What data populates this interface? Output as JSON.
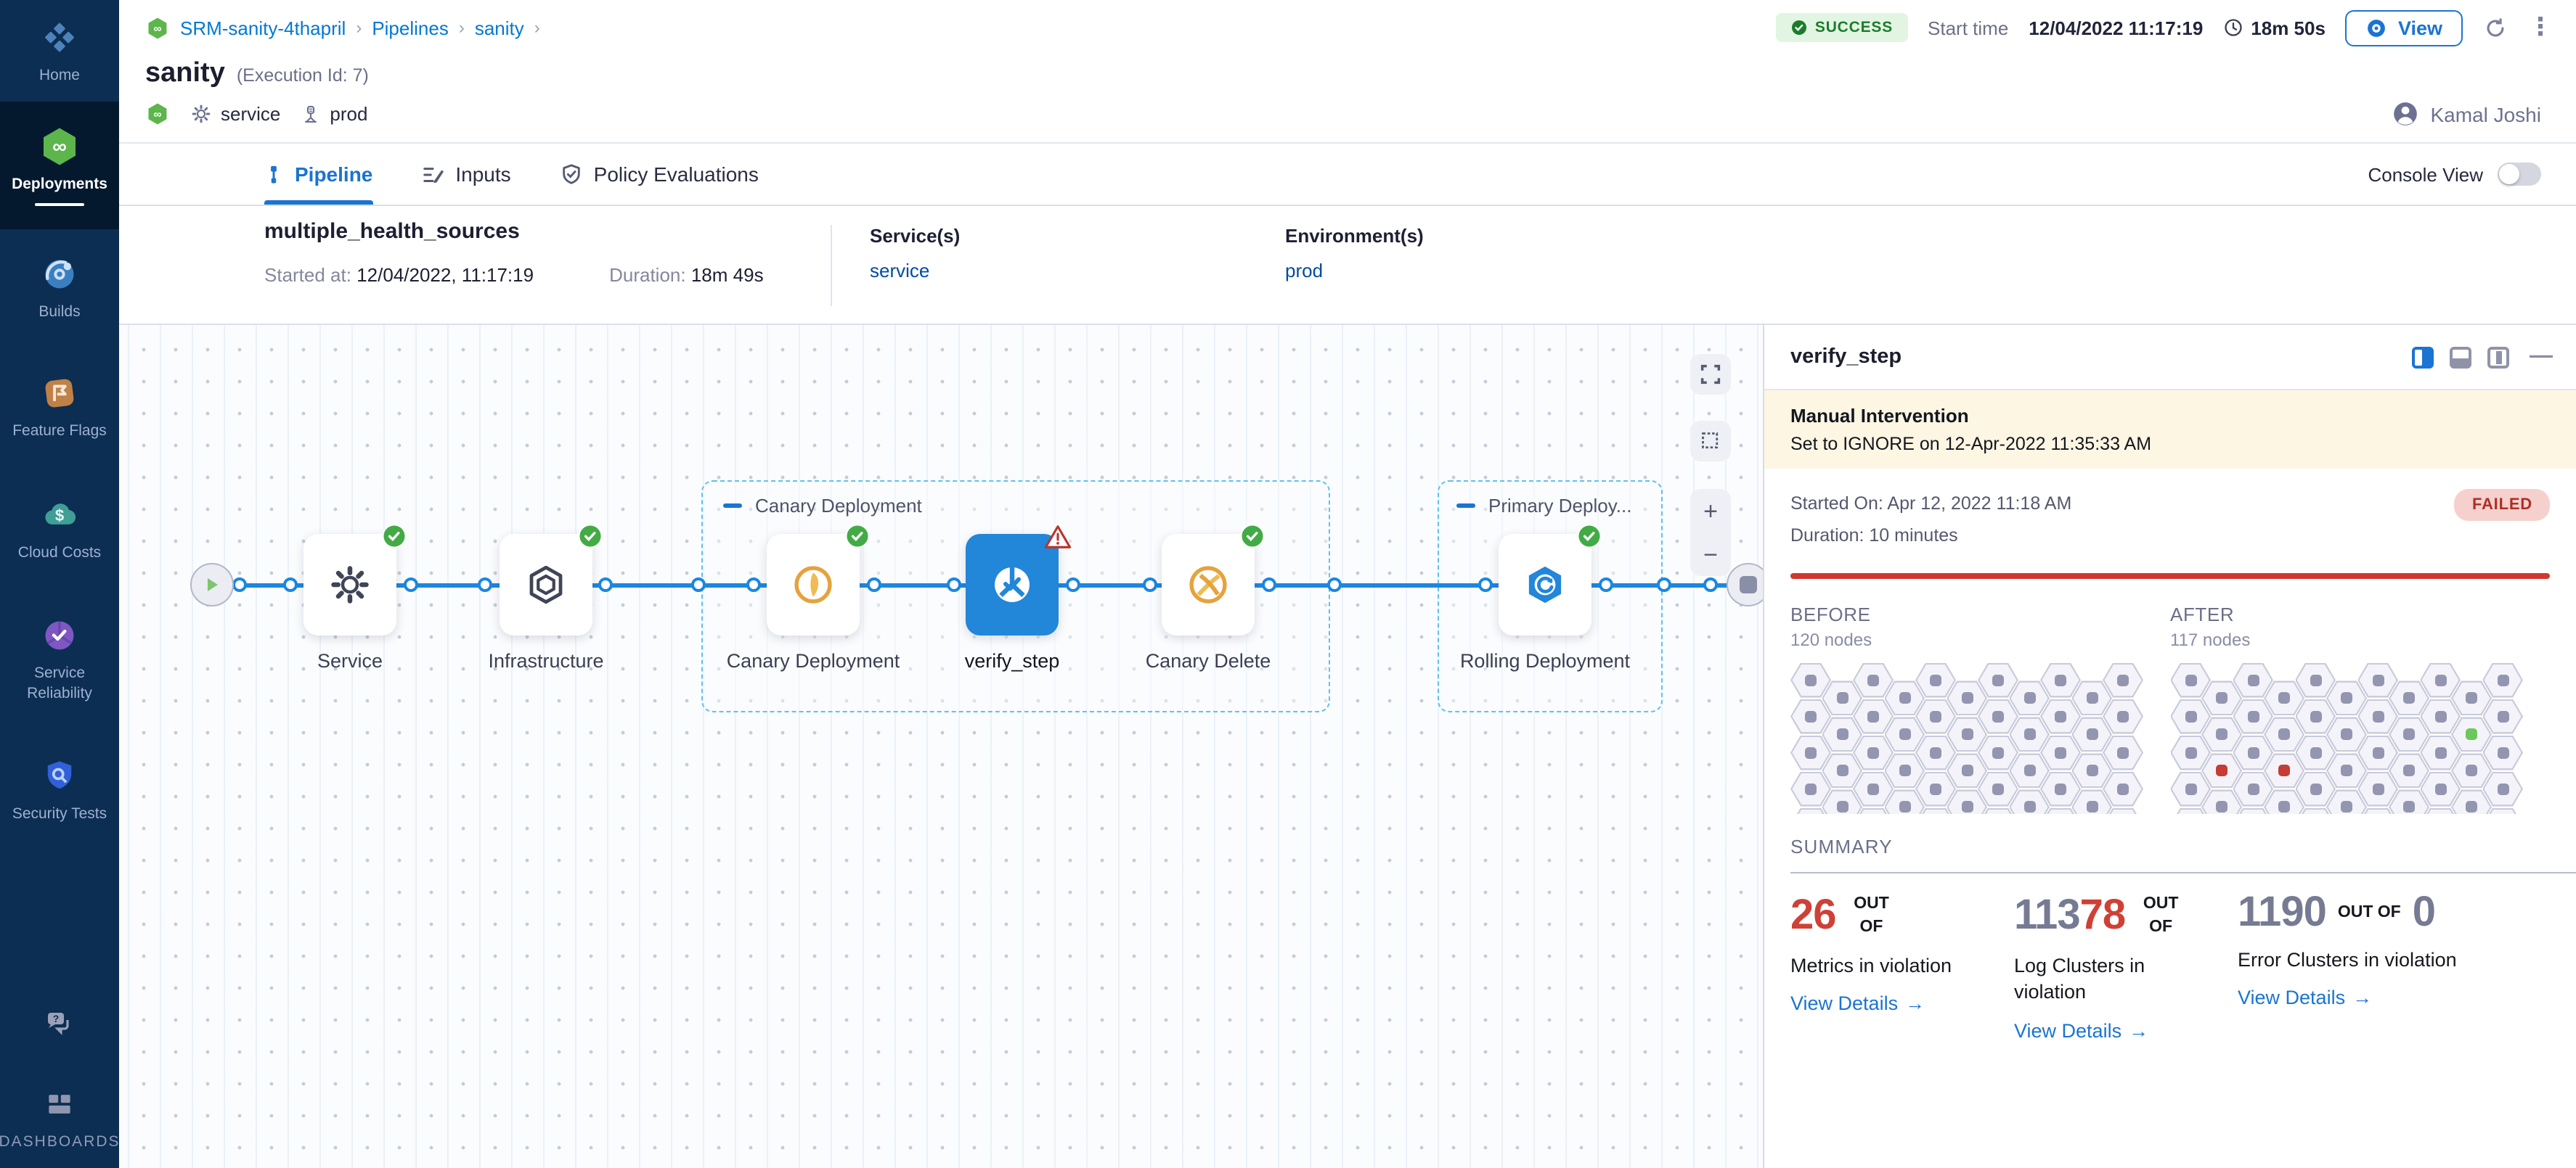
{
  "sidebar": {
    "items": [
      {
        "id": "home",
        "label": "Home"
      },
      {
        "id": "deployments",
        "label": "Deployments",
        "active": true
      },
      {
        "id": "builds",
        "label": "Builds"
      },
      {
        "id": "feature-flags",
        "label": "Feature Flags"
      },
      {
        "id": "cloud-costs",
        "label": "Cloud Costs"
      },
      {
        "id": "service-reliability",
        "label": "Service Reliability"
      },
      {
        "id": "security-tests",
        "label": "Security Tests"
      }
    ],
    "dashboards": "DASHBOARDS"
  },
  "header": {
    "breadcrumb": {
      "project": "SRM-sanity-4thapril",
      "section": "Pipelines",
      "pipeline": "sanity"
    },
    "status": "SUCCESS",
    "start_time_label": "Start time",
    "start_time": "12/04/2022 11:17:19",
    "elapsed": "18m 50s",
    "view_label": "View",
    "title": "sanity",
    "execution_id": "(Execution Id: 7)",
    "tags": {
      "service": "service",
      "environment": "prod"
    },
    "user": "Kamal Joshi"
  },
  "tabs": {
    "pipeline": "Pipeline",
    "inputs": "Inputs",
    "policy": "Policy Evaluations",
    "console_view": "Console View",
    "console_view_on": false,
    "active": "Pipeline"
  },
  "run": {
    "name": "multiple_health_sources",
    "started_label": "Started at:",
    "started": "12/04/2022, 11:17:19",
    "duration_label": "Duration:",
    "duration": "18m 49s",
    "services_label": "Service(s)",
    "service": "service",
    "environments_label": "Environment(s)",
    "environment": "prod"
  },
  "pipeline": {
    "groups": [
      {
        "label": "Canary Deployment"
      },
      {
        "label": "Primary Deploy..."
      }
    ],
    "stages": [
      {
        "label": "Service",
        "status": "success"
      },
      {
        "label": "Infrastructure",
        "status": "success"
      },
      {
        "label": "Canary Deployment",
        "status": "success"
      },
      {
        "label": "verify_step",
        "status": "warning",
        "selected": true
      },
      {
        "label": "Canary Delete",
        "status": "success"
      },
      {
        "label": "Rolling Deployment",
        "status": "success"
      }
    ]
  },
  "panel": {
    "title": "verify_step",
    "banner_title": "Manual Intervention",
    "banner_text": "Set to IGNORE on 12-Apr-2022 11:35:33 AM",
    "started": "Started On: Apr 12, 2022 11:18 AM",
    "duration": "Duration: 10 minutes",
    "status": "FAILED",
    "before_label": "BEFORE",
    "before_nodes": "120 nodes",
    "after_label": "AFTER",
    "after_nodes": "117 nodes",
    "summary_label": "SUMMARY",
    "node_grids": {
      "cols": 11,
      "rows": 6,
      "before": {
        "total": 120,
        "red": [],
        "green": []
      },
      "after": {
        "total": 117,
        "red": [
          [
            1,
            2
          ],
          [
            3,
            2
          ],
          [
            6,
            4
          ],
          [
            5,
            5
          ]
        ],
        "green": [
          [
            9,
            1
          ]
        ]
      }
    },
    "summary_cards": [
      {
        "numbers": [
          {
            "text": "26",
            "color": "#cf4036"
          }
        ],
        "out_of": "OUT OF",
        "label": "Metrics in violation",
        "link": "View Details"
      },
      {
        "numbers": [
          {
            "text": "113",
            "color": "#767b93"
          },
          {
            "text": "78",
            "color": "#cf4036"
          }
        ],
        "out_of": "OUT OF",
        "label": "Log Clusters in violation",
        "link": "View Details"
      },
      {
        "numbers": [
          {
            "text": "1190",
            "color": "#767b93"
          }
        ],
        "out_of": "OUT OF",
        "trailing": {
          "text": "0",
          "color": "#767b93"
        },
        "label": "Error Clusters in violation",
        "link": "View Details"
      }
    ]
  },
  "colors": {
    "accent": "#1a74d2",
    "success_green": "#42ab45",
    "failed_red": "#ae2f26",
    "violation_red": "#cf4036",
    "canary_orange": "#e6a23c"
  }
}
